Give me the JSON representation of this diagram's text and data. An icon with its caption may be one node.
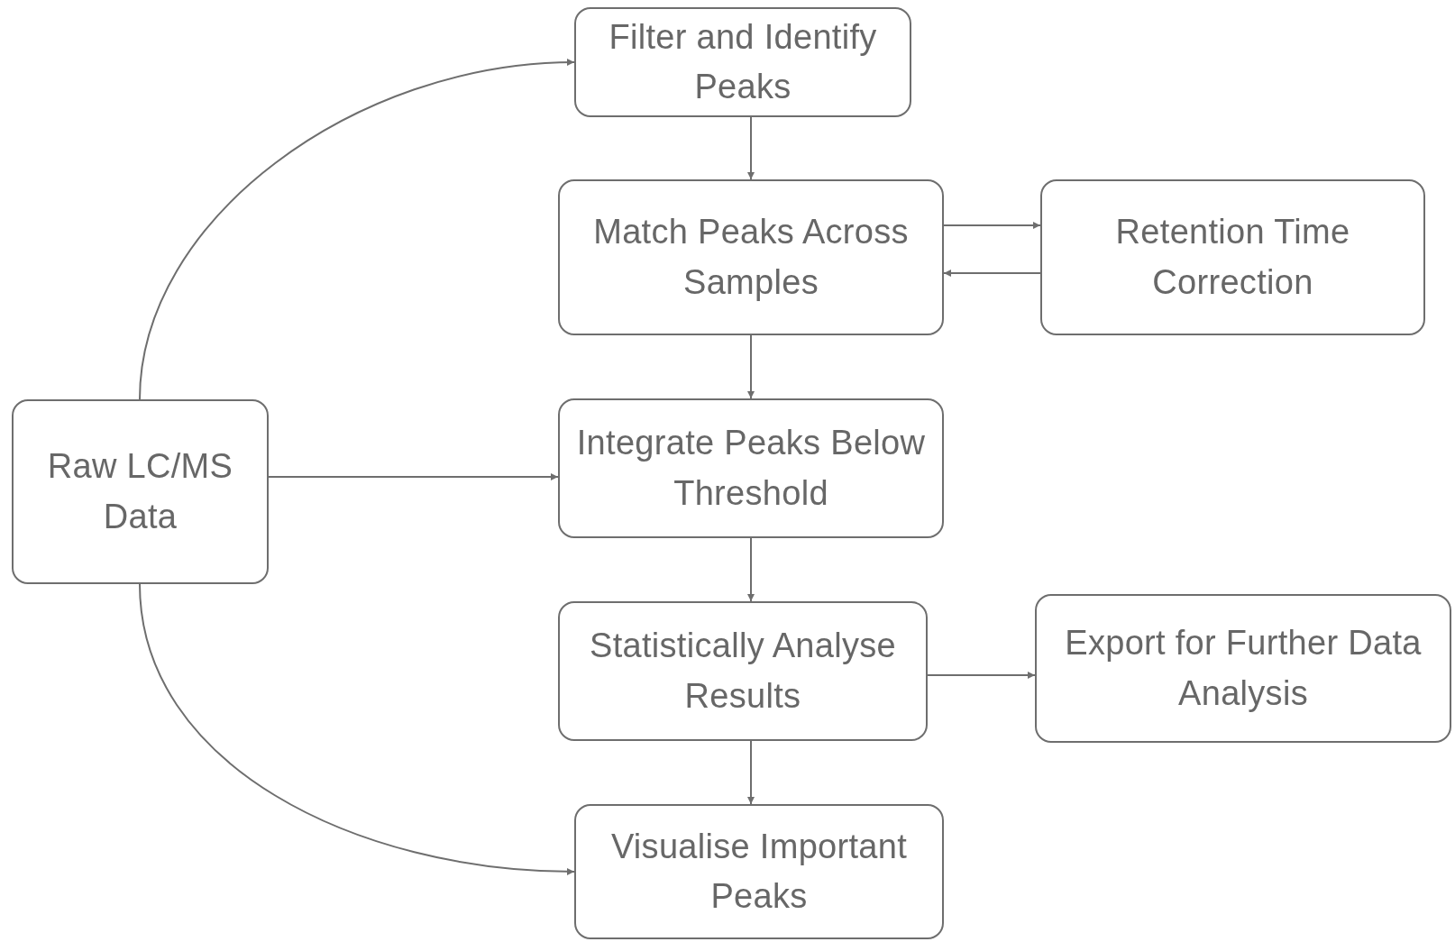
{
  "diagram": {
    "nodes": [
      {
        "text": [
          "Raw LC/MS Data"
        ]
      },
      {
        "text": [
          "Filter and Identify Peaks"
        ]
      },
      {
        "text": [
          "Match Peaks Across Samples"
        ]
      },
      {
        "text": [
          "Retention Time Correction"
        ]
      },
      {
        "text": [
          "Integrate Peaks Below Threshold"
        ]
      },
      {
        "text": [
          "Statistically Analyse Results"
        ]
      },
      {
        "text": [
          "Export for Further Data Analysis"
        ]
      },
      {
        "text": [
          "Visualise Important Peaks"
        ]
      }
    ],
    "edges": [
      {
        "from": 0,
        "to": 1,
        "arrow": "to"
      },
      {
        "from": 1,
        "to": 2,
        "arrow": "to"
      },
      {
        "from": 2,
        "to": 3,
        "arrow": "to"
      },
      {
        "from": 3,
        "to": 2,
        "arrow": "to"
      },
      {
        "from": 2,
        "to": 4,
        "arrow": "to"
      },
      {
        "from": 0,
        "to": 4,
        "arrow": "to"
      },
      {
        "from": 4,
        "to": 5,
        "arrow": "to"
      },
      {
        "from": 5,
        "to": 6,
        "arrow": "to"
      },
      {
        "from": 5,
        "to": 7,
        "arrow": "to"
      },
      {
        "from": 0,
        "to": 7,
        "arrow": "to"
      }
    ]
  }
}
